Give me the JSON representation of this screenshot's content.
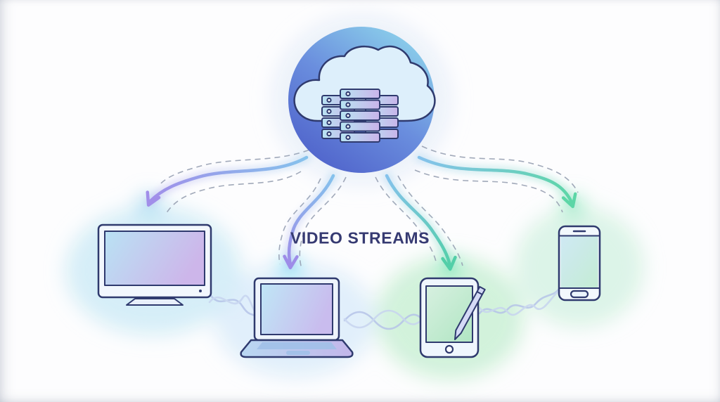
{
  "diagram": {
    "label": "VIDEO STREAMS",
    "hub": {
      "icon": "cloud-server-icon",
      "description": "cloud containing stacked server racks inside a circular blue badge"
    },
    "devices": [
      {
        "id": "tv",
        "icon": "tv-icon",
        "glow": "#c2e7f5"
      },
      {
        "id": "laptop",
        "icon": "laptop-icon",
        "glow": "#cfe6f8"
      },
      {
        "id": "tablet",
        "icon": "tablet-stylus-icon",
        "glow": "#bfedcc"
      },
      {
        "id": "phone",
        "icon": "smartphone-icon",
        "glow": "#c6eed9"
      }
    ],
    "connections": [
      {
        "from": "cloud",
        "to": "tv",
        "style": "dashed-flanked-gradient-arrow",
        "tip_color": "#a18ee9"
      },
      {
        "from": "cloud",
        "to": "laptop",
        "style": "dashed-flanked-gradient-arrow",
        "tip_color": "#9d8ce8"
      },
      {
        "from": "cloud",
        "to": "tablet",
        "style": "dashed-flanked-gradient-arrow",
        "tip_color": "#52cfa8"
      },
      {
        "from": "cloud",
        "to": "phone",
        "style": "dashed-flanked-gradient-arrow",
        "tip_color": "#5cd6a6"
      },
      {
        "from": "tv",
        "to": "laptop",
        "style": "signal-wave"
      },
      {
        "from": "laptop",
        "to": "tablet",
        "style": "signal-wave"
      },
      {
        "from": "tablet",
        "to": "phone",
        "style": "signal-wave"
      }
    ],
    "colors": {
      "outline": "#2f3a6e",
      "badge_gradient_top": "#8fd6ec",
      "badge_gradient_bottom": "#4d5fc9",
      "arrow_start": "#85c2ec",
      "dashed_guide": "#97a0b2",
      "label_text": "#363a72"
    }
  }
}
